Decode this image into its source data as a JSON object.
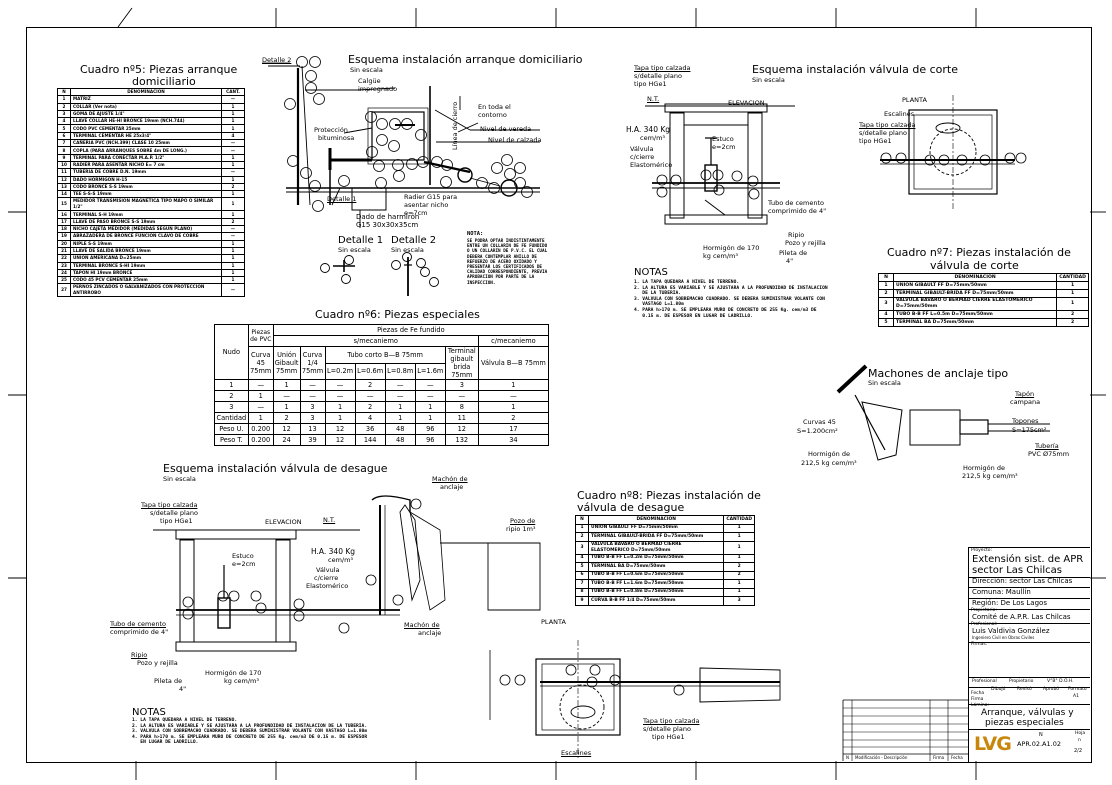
{
  "cuadro5": {
    "title_line1": "Cuadro nº5: Piezas arranque",
    "title_line2": "domiciliario",
    "headers": [
      "N",
      "DENOMINACION",
      "CANT."
    ],
    "rows": [
      [
        "1",
        "MATRIZ",
        "—"
      ],
      [
        "2",
        "COLLAR (Ver nota)",
        "1"
      ],
      [
        "3",
        "GOMA DE AJUSTE 1/4\"",
        "1"
      ],
      [
        "4",
        "LLAVE COLLAR HE-HI BRONCE 19mm (NCH.744)",
        "1"
      ],
      [
        "5",
        "CODO PVC CEMENTAR 25mm",
        "1"
      ],
      [
        "6",
        "TERMINAL CEMENTAR HE 25x3/4\"",
        "4"
      ],
      [
        "7",
        "CAÑERIA PVC (NCH.399) CLASE 10 25mm",
        "—"
      ],
      [
        "8",
        "COPLA (PARA ARRANQUES SOBRE 4m DE LONG.)",
        "—"
      ],
      [
        "9",
        "TERMINAL PARA CONECTAR M.A.P. 1/2\"",
        "1"
      ],
      [
        "10",
        "RADIER PARA ASENTAR NICHO E= 7 cm",
        "1"
      ],
      [
        "11",
        "TUBERIA DE COBRE D.N. 19mm",
        "—"
      ],
      [
        "12",
        "DADO HORMIGON H-15",
        "1"
      ],
      [
        "13",
        "CODO BRONCE S-S 19mm",
        "2"
      ],
      [
        "14",
        "TEE S-S-S 19mm",
        "1"
      ],
      [
        "15",
        "MEDIDOR TRANSMISION MAGNETICA TIPO MAPO O SIMILAR 1/2\"",
        "1"
      ],
      [
        "16",
        "TERMINAL S-H 19mm",
        "1"
      ],
      [
        "17",
        "LLAVE DE PASO BRONCE S-S 19mm",
        "2"
      ],
      [
        "18",
        "NICHO CAJETA MEDIDOR (MEDIDAS SEGUN PLANO)",
        "—"
      ],
      [
        "19",
        "ABRAZADERA DE BRONCE FUNCION CLAVO DE COBRE",
        "—"
      ],
      [
        "20",
        "NIPLE S-S 19mm",
        "1"
      ],
      [
        "21",
        "LLAVE DE SALIDA BRONCE 19mm",
        "1"
      ],
      [
        "22",
        "UNION AMERICANA D=25mm",
        "1"
      ],
      [
        "23",
        "TERMINAL BRONCE S-HI 19mm",
        "1"
      ],
      [
        "24",
        "TAPON HI 19mm BRONCE",
        "1"
      ],
      [
        "25",
        "CODO 45 PCV CEMENTAR 25mm",
        "1"
      ],
      [
        "27",
        "PERNOS ZINCADOS O GALVANIZADOS CON PROTECCION ANTIRROBO",
        "—"
      ]
    ]
  },
  "arranque": {
    "title": "Esquema instalación arranque domiciliario",
    "sin_escala": "Sin escala",
    "detalle2_ref": "Detalle 2",
    "detalle1_ref": "Detalle 1",
    "calgue": "Calgüe",
    "impregnado": "impregnado",
    "proteccion": "Protección",
    "bituminosa": "bituminosa",
    "linea_cierro": "Línea de cierro",
    "en_toda": "En toda el",
    "contorno": "contorno",
    "nivel_vereda": "Nivel de vereda",
    "nivel_calzada": "Nivel de calzada",
    "radier": "Radier G15 para",
    "asentar": "asentar nicho",
    "e7": "e=7cm",
    "dado": "Dado de harmirón",
    "dado_dim": "G15 30x30x35cm",
    "det1_title": "Detalle 1",
    "det1_sub": "Sin escala",
    "det2_title": "Detalle 2",
    "det2_sub": "Sin escala",
    "nota_title": "NOTA:",
    "nota_body": [
      "SE PODRA OPTAR INDISTINTAMENTE",
      "ENTRE UN COLLARIN DE FE FUNDIDO",
      "O UN COLLARIN DE P.V.C. EL CUAL",
      "DEBERA CONTEMPLAR ANILLO DE",
      "REFUERZO DE ACERO OXIDADO Y",
      "PRESENTAR LOS CERTIFICADOS DE",
      "CALIDAD CORRESPONDIENTE, PREVIA",
      "APROBACION POR PARTE DE LA",
      "INSPECCION."
    ]
  },
  "cuadro6": {
    "title": "Cuadro nº6: Piezas especiales",
    "h_pvc": "Piezas de PVC",
    "h_fe": "Piezas de Fe fundido",
    "h_xmec": "s/mecaniemo",
    "h_cmec": "c/mecaniemo",
    "h_nudo": "Nudo",
    "h_curva45": "Curva 45 75mm",
    "h_union": "Unión Gibault 75mm",
    "h_curva14": "Curva 1/4 75mm",
    "h_tubo": "Tubo corto B—B 75mm",
    "h_terminal": "Terminal gibault brida 75mm",
    "h_valvula": "Válvula B—B 75mm",
    "h_l": [
      "L=0.2m",
      "L=0.6m",
      "L=0.8m",
      "L=1.6m"
    ],
    "rows": [
      [
        "1",
        "—",
        "1",
        "—",
        "—",
        "2",
        "—",
        "—",
        "3",
        "1"
      ],
      [
        "2",
        "1",
        "—",
        "—",
        "—",
        "—",
        "—",
        "—",
        "—",
        "—"
      ],
      [
        "3",
        "—",
        "1",
        "3",
        "1",
        "2",
        "1",
        "1",
        "8",
        "1"
      ],
      [
        "Cantidad",
        "1",
        "2",
        "3",
        "1",
        "4",
        "1",
        "1",
        "11",
        "2"
      ],
      [
        "Peso U.",
        "0.200",
        "12",
        "13",
        "12",
        "36",
        "48",
        "96",
        "12",
        "17"
      ],
      [
        "Peso T.",
        "0.200",
        "24",
        "39",
        "12",
        "144",
        "48",
        "96",
        "132",
        "34"
      ]
    ]
  },
  "corte": {
    "title": "Esquema instalación válvula de corte",
    "sin_escala": "Sin escala",
    "tapa": "Tapa tipo calzada",
    "detalle": "s/detalle plano",
    "tipo": "tipo HGe1",
    "nt": "N.T.",
    "elevacion": "ELEVACION",
    "ha": "H.A. 340 Kg",
    "cem": "cem/m³",
    "estuco": "Estuco",
    "e2": "e=2cm",
    "valvula": "Válvula",
    "cierre": "c/cierre",
    "elasto": "Elastomérico",
    "tubo_cem": "Tubo de cemento",
    "comprimido": "comprimido de 4\"",
    "ripio": "Ripio",
    "pozo": "Pozo y rejilla",
    "pileta": "Pileta de",
    "cuatro": "4\"",
    "hormigon": "Hormigón de 170",
    "kg": "kg cem/m³",
    "planta": "PLANTA",
    "escalines": "Escalines",
    "notas_title": "NOTAS",
    "notas": [
      "1. LA TAPA QUEDARA A NIVEL DE TERRENO.",
      "2. LA ALTURA ES VARIABLE Y SE AJUSTARA A LA PROFUNDIDAD DE INSTALACION",
      "   DE LA TUBERIA.",
      "3. VALVULA CON SOBREMACHO CUADRADO. SE DEBERA SUMINISTRAR VOLANTE CON",
      "   VASTAGO L=1.80m",
      "4. PARA h>170 m. SE EMPLEARA MURO DE CONCRETO DE 255 Kg. cem/m3 DE",
      "   0.15 m. DE ESPESOR EN LUGAR DE LADRILLO."
    ]
  },
  "cuadro7": {
    "title_line1": "Cuadro nº7: Piezas instalación de",
    "title_line2": "válvula de corte",
    "headers": [
      "N",
      "DENOMINACION",
      "CANTIDAD"
    ],
    "rows": [
      [
        "1",
        "UNION GIBAULT FF D=75mm/50mm",
        "1"
      ],
      [
        "2",
        "TERMINAL GIBAULT-BRIDA FF D=75mm/50mm",
        "1"
      ],
      [
        "3",
        "VALVULA BAVARO O BERMAD CIERRE ELASTOMERICO D=75mm/50mm",
        "1"
      ],
      [
        "4",
        "TUBO B-B FF L=0.5m D=75mm/50mm",
        "2"
      ],
      [
        "5",
        "TERMINAL BA D=75mm/50mm",
        "2"
      ]
    ]
  },
  "machones": {
    "title": "Machones de anclaje tipo",
    "sin_escala": "Sin escala",
    "curvas": "Curvas 45",
    "s": "S=1.200cm²",
    "hormigon": "Hormigón de",
    "kg": "212,5 kg cem/m³",
    "tapon": "Tapón",
    "campana": "campana",
    "topones": "Topones",
    "s2": "S=175cm²",
    "tuberia": "Tubería",
    "pvc": "PVC Ø75mm",
    "hormigon2": "Hormigón de",
    "kg2": "212,5 kg cem/m³"
  },
  "desague": {
    "title": "Esquema instalación válvula de desague",
    "sin_escala": "Sin escala",
    "tapa": "Tapa tipo calzada",
    "detalle": "s/detalle plano",
    "tipo": "tipo HGe1",
    "elevacion": "ELEVACION",
    "nt": "N.T.",
    "machon": "Machón de",
    "anclaje": "anclaje",
    "pozo_ripio": "Pozo de",
    "ripio_m": "ripio 1m³",
    "estuco": "Estuco",
    "e2": "e=2cm",
    "ha": "H.A. 340 Kg",
    "cem": "cem/m³",
    "valvula": "Válvula",
    "cierre": "c/cierre",
    "elasto": "Elastomérico",
    "tubo_cem": "Tubo de cemento",
    "comprimido": "comprimido de 4\"",
    "ripio": "Ripio",
    "pozo": "Pozo y rejilla",
    "pileta": "Pileta de",
    "cuatro": "4\"",
    "hormigon": "Hormigón de 170",
    "kg": "kg cem/m³",
    "machon2": "Machón de",
    "anclaje2": "anclaje",
    "planta": "PLANTA",
    "tapa2": "Tapa tipo calzada",
    "detalle2": "s/detalle plano",
    "tipo2": "tipo HGe1",
    "escalines": "Escalines",
    "notas_title": "NOTAS",
    "notas": [
      "1. LA TAPA QUEDARA A NIVEL DE TERRENO.",
      "2. LA ALTURA ES VARIABLE Y SE AJUSTARA A LA PROFUNDIDAD DE INSTALACION DE LA TUBERIA.",
      "3. VALVULA CON SOBREMACHO CUADRADO. SE DEBERA SUMINISTRAR VOLANTE CON VASTAGO L=1.80m",
      "4. PARA h>170 m. SE EMPLEARA MURO DE CONCRETO DE 255 Kg. cem/m3 DE 0.15 m. DE ESPESOR",
      "   EN LUGAR DE LADRILLO."
    ]
  },
  "cuadro8": {
    "title_line1": "Cuadro nº8: Piezas instalación de",
    "title_line2": "válvula de desague",
    "headers": [
      "N",
      "DENOMINACION",
      "CANTIDAD"
    ],
    "rows": [
      [
        "1",
        "UNION GIBAULT FF D=75mm/50mm",
        "1"
      ],
      [
        "2",
        "TERMINAL GIBAULT-BRIDA FF D=75mm/50mm",
        "1"
      ],
      [
        "3",
        "VALVULA BAVARO O BERMAD CIERRE ELASTOMERICO D=75mm/50mm",
        "1"
      ],
      [
        "4",
        "TUBO B-B FF L=0.2m D=75mm/50mm",
        "1"
      ],
      [
        "5",
        "TERMINAL BA D=75mm/50mm",
        "2"
      ],
      [
        "6",
        "TUBO B-B FF L=0.6m D=75mm/50mm",
        "2"
      ],
      [
        "7",
        "TUBO B-B FF L=1.6m D=75mm/50mm",
        "1"
      ],
      [
        "8",
        "TUBO B-B FF L=0.8m D=75mm/50mm",
        "1"
      ],
      [
        "9",
        "CURVA B-B FF 1/4 D=75mm/50mm",
        "3"
      ]
    ]
  },
  "titleblock": {
    "proyecto_lbl": "Proyecto:",
    "proyecto1": "Extensión sist. de APR",
    "proyecto2": "sector Las Chilcas",
    "direccion": "Dirección: sector Las Chilcas",
    "comuna": "Comuna: Maullín",
    "region": "Región: De Los Lagos",
    "propietario_lbl": "Propietario:",
    "propietario": "Comité de A.P.R. Las Chilcas",
    "profesional_lbl": "Profesional:",
    "profesional": "Luis Valdivia González",
    "profesion": "Ingeniero Civil en Obras Civiles",
    "firmas": "Firmas:",
    "sign_cols": [
      "Profesional",
      "Propietario",
      "V°B° D.O.H."
    ],
    "sign_sub": [
      "Dibujó",
      "Revisó",
      "Aprobó",
      "Formato"
    ],
    "a1": "A1",
    "fecha": "Fecha",
    "firma": "Firma",
    "lamina_lbl": "Lámina:",
    "lamina1": "Arranque, válvulas y",
    "lamina2": "piezas especiales",
    "n_lbl": "N",
    "codigo": "APR.02.A1.02",
    "hoja_lbl": "Hoja",
    "hoja_n": "n",
    "hoja": "2/2",
    "logo": "LVG",
    "rev_cols": [
      "N",
      "Modificación - Descripción",
      "Firma",
      "Fecha"
    ]
  }
}
